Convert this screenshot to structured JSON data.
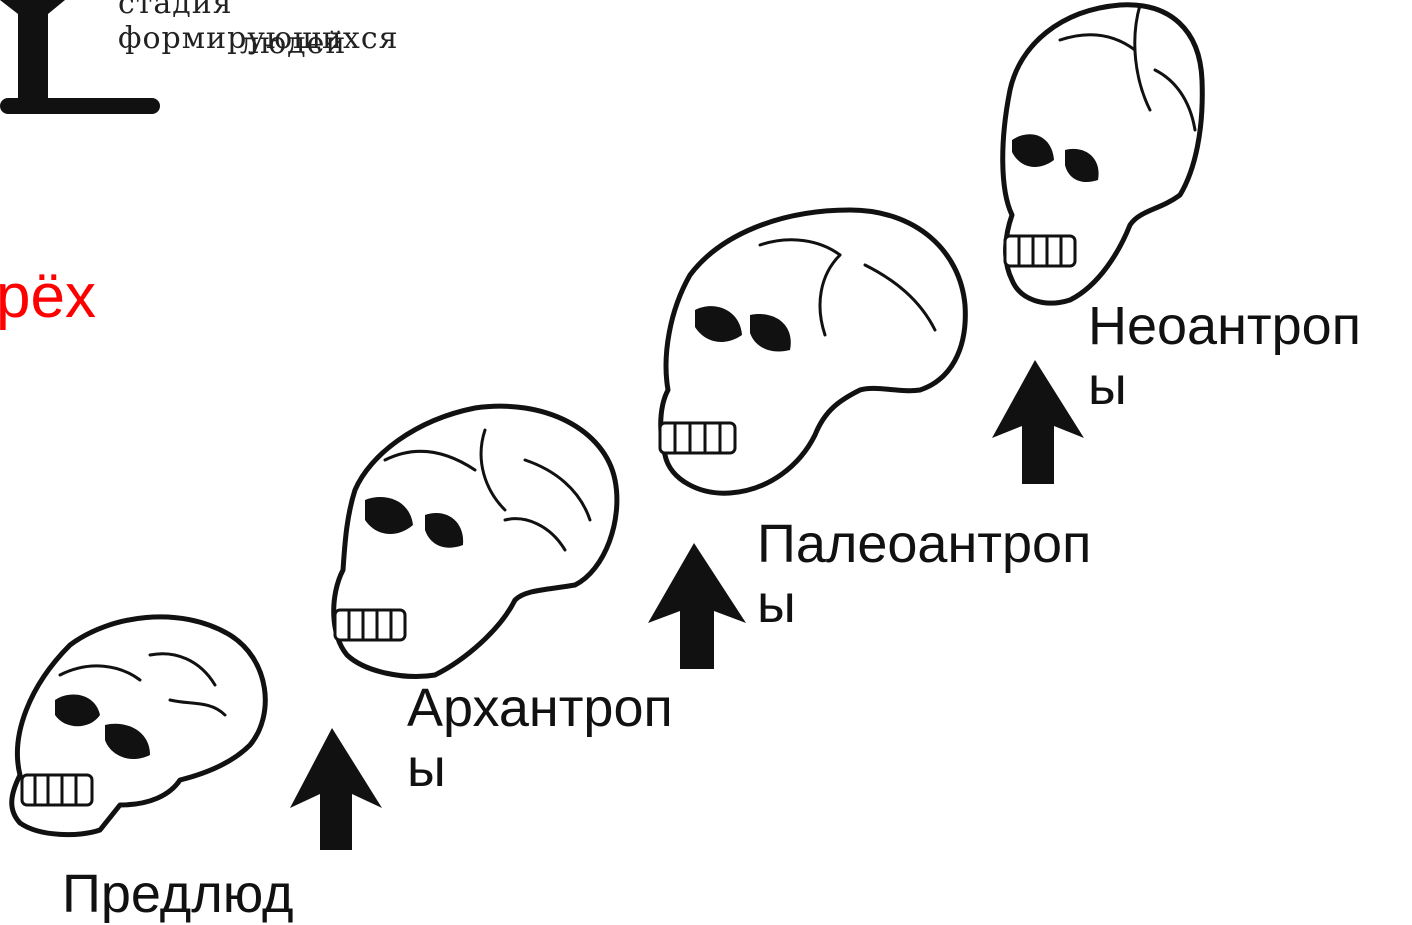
{
  "header": {
    "scan_line_1": "стадия формирующихся",
    "scan_line_2": "людей"
  },
  "partial_title": "рёх",
  "stages": [
    {
      "id": "predlyud",
      "label": "Предлюд"
    },
    {
      "id": "archanthropes",
      "label": "Архантроп\nы"
    },
    {
      "id": "paleoanthropes",
      "label": "Палеоантроп\nы"
    },
    {
      "id": "neoanthropes",
      "label": "Неоантроп\nы"
    }
  ],
  "colors": {
    "title": "#ff0000",
    "text": "#111111",
    "background": "#ffffff"
  }
}
